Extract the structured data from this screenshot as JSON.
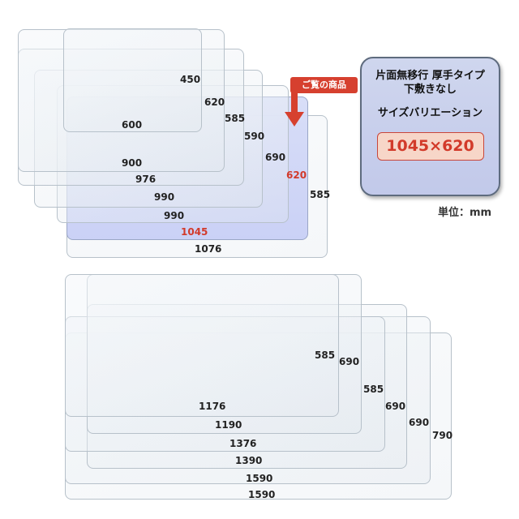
{
  "callout": {
    "label": "ご覧の商品"
  },
  "panel": {
    "title_line1": "片面無移行 厚手タイプ",
    "title_line2": "下敷きなし",
    "subtitle": "サイズバリエーション",
    "highlight_size": "1045×620"
  },
  "unit": "単位：mm",
  "colors": {
    "highlight": "#d23a2a",
    "accent": "#d6402f",
    "panel_border": "#5e6b7e"
  },
  "top_group": {
    "widths": [
      "600",
      "900",
      "976",
      "990",
      "990",
      "1045",
      "1076"
    ],
    "heights": [
      "450",
      "620",
      "585",
      "590",
      "690",
      "620",
      "585"
    ],
    "highlight_width": "1045",
    "highlight_height": "620"
  },
  "bottom_group": {
    "widths": [
      "1176",
      "1190",
      "1376",
      "1390",
      "1590",
      "1590"
    ],
    "heights": [
      "585",
      "690",
      "585",
      "690",
      "690",
      "790"
    ]
  }
}
